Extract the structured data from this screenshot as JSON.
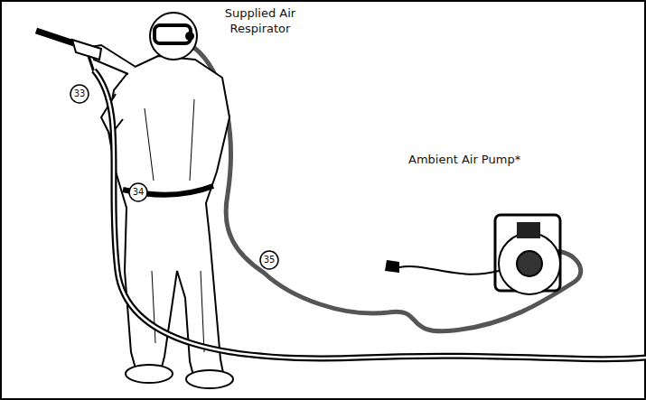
{
  "diagram": {
    "labels": [
      "Supplied Air Respirator",
      "Ambient Air Pump*",
      "33",
      "34",
      "35"
    ]
  }
}
